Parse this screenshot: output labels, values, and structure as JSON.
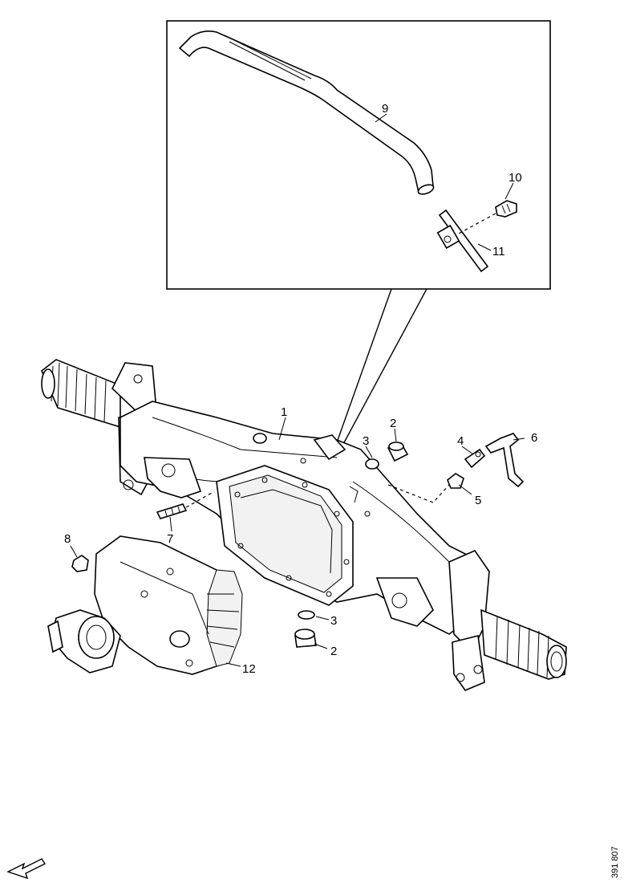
{
  "callouts": {
    "c1": "1",
    "c2a": "2",
    "c2b": "2",
    "c3a": "3",
    "c3b": "3",
    "c4": "4",
    "c5": "5",
    "c6": "6",
    "c7": "7",
    "c8": "8",
    "c9": "9",
    "c10": "10",
    "c11": "11",
    "c12": "12"
  },
  "reference_number": "391 807"
}
